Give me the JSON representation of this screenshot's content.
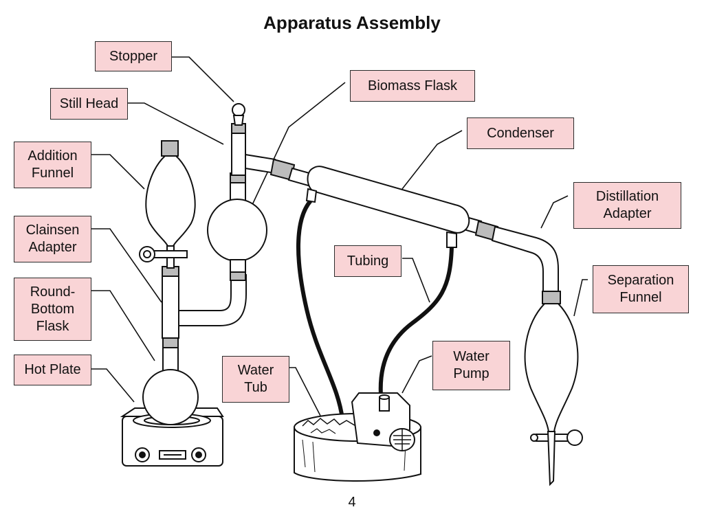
{
  "title": "Apparatus Assembly",
  "page_number": "4",
  "labels": {
    "stopper": "Stopper",
    "still_head": "Still Head",
    "addition_funnel": "Addition\nFunnel",
    "clainsen_adapter": "Clainsen\nAdapter",
    "round_bottom_flask": "Round-\nBottom\nFlask",
    "hot_plate": "Hot Plate",
    "biomass_flask": "Biomass Flask",
    "condenser": "Condenser",
    "distillation_adapter": "Distillation\nAdapter",
    "separation_funnel": "Separation\nFunnel",
    "tubing": "Tubing",
    "water_tub": "Water\nTub",
    "water_pump": "Water\nPump"
  },
  "colors": {
    "label_fill": "#f9d4d6",
    "label_border": "#2a2a2a",
    "line": "#111111",
    "glass": "#ffffff",
    "joint": "#bcbcbc"
  }
}
